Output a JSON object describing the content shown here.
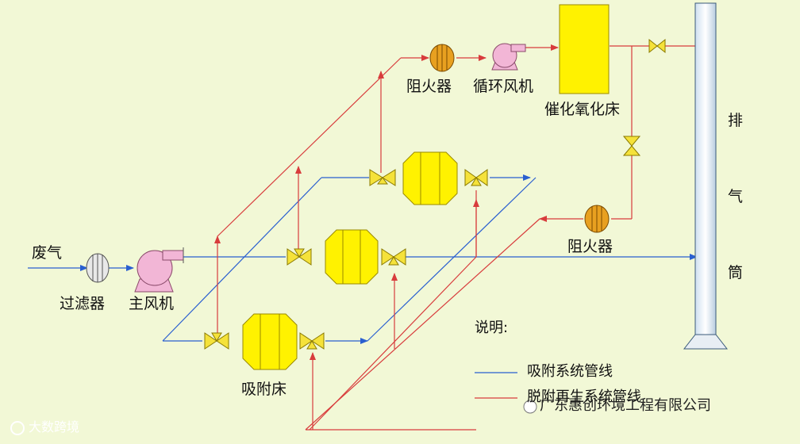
{
  "labels": {
    "waste_gas": "废气",
    "filter": "过滤器",
    "main_fan": "主风机",
    "adsorption_bed": "吸附床",
    "flame_arrester_top": "阻火器",
    "circulation_fan": "循环风机",
    "catalytic_bed": "催化氧化床",
    "flame_arrester_right": "阻火器",
    "stack": "排气筒",
    "legend_title": "说明:",
    "legend_adsorption": "吸附系统管线",
    "legend_regeneration": "脱附再生系统管线",
    "watermark_company": "广东惠创环境工程有限公司",
    "watermark_brand": "大数跨境"
  },
  "colors": {
    "adsorption_line": "#2a5fd0",
    "regeneration_line": "#d83c3c",
    "equipment_fill": "#fff200",
    "fan_fill": "#f2b6d6",
    "arrester_fill": "#e8a020",
    "background": "#f2f8d6"
  }
}
